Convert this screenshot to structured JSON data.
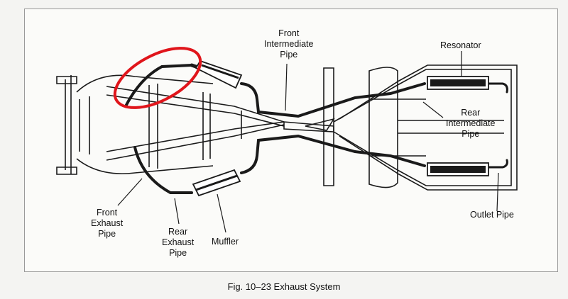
{
  "labels": {
    "front_intermediate_pipe": [
      "Front",
      "Intermediate",
      "Pipe"
    ],
    "resonator": [
      "Resonator"
    ],
    "rear_intermediate_pipe": [
      "Rear",
      "Intermediate",
      "Pipe"
    ],
    "front_exhaust_pipe": [
      "Front",
      "Exhaust",
      "Pipe"
    ],
    "rear_exhaust_pipe": [
      "Rear",
      "Exhaust",
      "Pipe"
    ],
    "muffler": [
      "Muffler"
    ],
    "outlet_pipe": [
      "Outlet Pipe"
    ]
  },
  "caption": "Fig. 10–23   Exhaust System",
  "colors": {
    "line": "#1a1a1a",
    "highlight_circle": "#e0151b",
    "paper": "#fbfbf9"
  }
}
